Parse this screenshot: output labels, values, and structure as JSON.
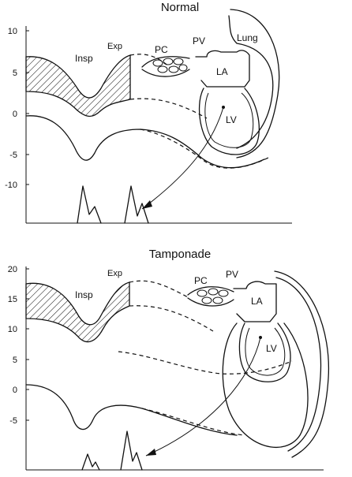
{
  "panels": [
    {
      "title": "Normal",
      "y_ticks": [
        "10",
        "5",
        "0",
        "-5",
        "-10"
      ],
      "labels": {
        "insp": "Insp",
        "exp": "Exp",
        "pc": "PC",
        "pv": "PV",
        "la": "LA",
        "lv": "LV",
        "lung": "Lung"
      }
    },
    {
      "title": "Tamponade",
      "y_ticks": [
        "20",
        "15",
        "10",
        "5",
        "0",
        "-5"
      ],
      "labels": {
        "insp": "Insp",
        "exp": "Exp",
        "pc": "PC",
        "pv": "PV",
        "la": "LA",
        "lv": "LV"
      }
    }
  ],
  "colors": {
    "ink": "#111111",
    "background": "#ffffff"
  }
}
